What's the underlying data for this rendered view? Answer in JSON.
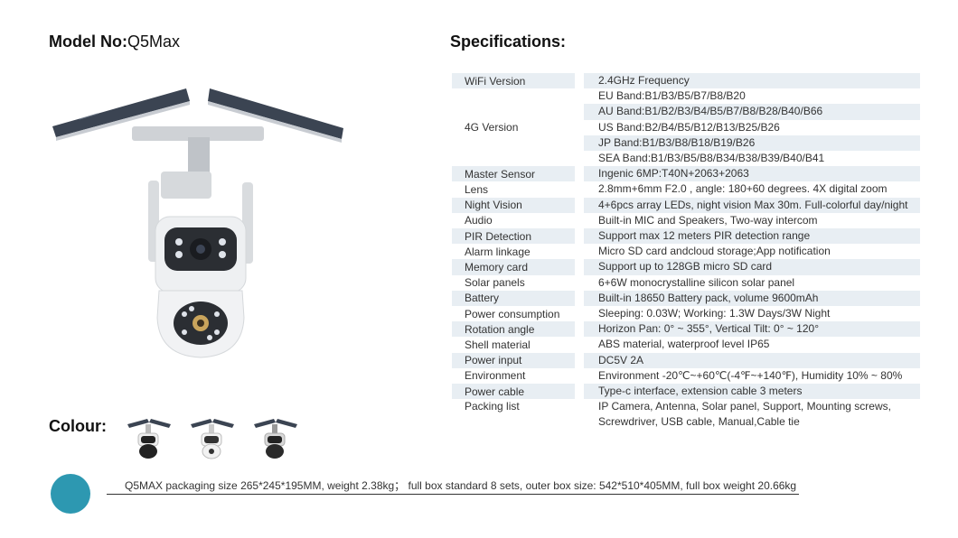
{
  "header": {
    "model_label": "Model No:",
    "model_value": "Q5Max",
    "spec_title": "Specifications:"
  },
  "specs": [
    {
      "key": "WiFi Version",
      "lines": [
        "2.4GHz Frequency"
      ],
      "shade": true
    },
    {
      "key": "4G Version",
      "lines": [
        "EU Band:B1/B3/B5/B7/B8/B20",
        "AU Band:B1/B2/B3/B4/B5/B7/B8/B28/B40/B66",
        "US Band:B2/B4/B5/B12/B13/B25/B26",
        "JP Band:B1/B3/B8/B18/B19/B26",
        "SEA Band:B1/B3/B5/B8/B34/B38/B39/B40/B41"
      ],
      "shade": false
    },
    {
      "key": "Master Sensor",
      "lines": [
        "Ingenic 6MP:T40N+2063+2063"
      ],
      "shade": true
    },
    {
      "key": "Lens",
      "lines": [
        "2.8mm+6mm F2.0 , angle: 180+60 degrees. 4X digital zoom"
      ],
      "shade": false
    },
    {
      "key": "Night Vision",
      "lines": [
        "4+6pcs array LEDs, night vision Max 30m. Full-colorful day/night"
      ],
      "shade": true
    },
    {
      "key": "Audio",
      "lines": [
        "Built-in MIC and Speakers, Two-way intercom"
      ],
      "shade": false
    },
    {
      "key": "PIR Detection",
      "lines": [
        "Support max 12 meters PIR detection range"
      ],
      "shade": true
    },
    {
      "key": "Alarm linkage",
      "lines": [
        "Micro SD card andcloud storage;App notification"
      ],
      "shade": false
    },
    {
      "key": "Memory card",
      "lines": [
        "Support up to 128GB micro SD card"
      ],
      "shade": true
    },
    {
      "key": "Solar panels",
      "lines": [
        "6+6W monocrystalline silicon solar panel"
      ],
      "shade": false
    },
    {
      "key": "Battery",
      "lines": [
        "Built-in 18650 Battery pack, volume 9600mAh"
      ],
      "shade": true
    },
    {
      "key": "Power consumption",
      "lines": [
        "Sleeping: 0.03W;  Working: 1.3W Days/3W Night"
      ],
      "shade": false
    },
    {
      "key": "Rotation angle",
      "lines": [
        "Horizon Pan: 0° ~ 355°, Vertical Tilt: 0° ~ 120°"
      ],
      "shade": true
    },
    {
      "key": "Shell material",
      "lines": [
        "ABS material, waterproof level IP65"
      ],
      "shade": false
    },
    {
      "key": "Power input",
      "lines": [
        "DC5V 2A"
      ],
      "shade": true
    },
    {
      "key": "Environment",
      "lines": [
        "Environment -20℃~+60℃(-4℉~+140℉), Humidity 10% ~ 80%"
      ],
      "shade": false
    },
    {
      "key": "Power cable",
      "lines": [
        "Type-c interface, extension cable 3 meters"
      ],
      "shade": true
    },
    {
      "key": "Packing list",
      "lines": [
        "IP Camera, Antenna, Solar panel, Support, Mounting screws,",
        "Screwdriver, USB cable, Manual,Cable tie"
      ],
      "shade": false
    }
  ],
  "colour": {
    "title": "Colour:",
    "variants": [
      "black-white",
      "white",
      "grey-black"
    ]
  },
  "footer": {
    "packaging": "Q5MAX packaging size 265*245*195MM, weight 2.38kg； full box standard 8 sets, outer box size: 542*510*405MM, full box weight 20.66kg",
    "accent_color": "#2d98b1"
  }
}
